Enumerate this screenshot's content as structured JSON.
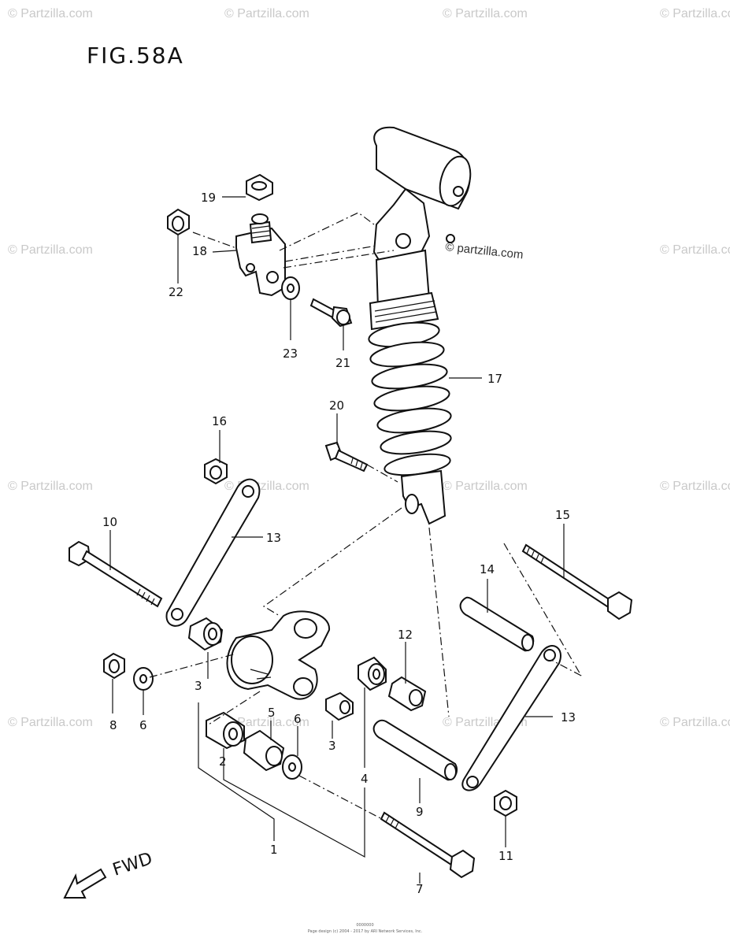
{
  "figure": {
    "title": "FIG.58A"
  },
  "watermark": "© Partzilla.com",
  "watermark_center": "© partzilla.com",
  "callouts": {
    "c1": "1",
    "c2": "2",
    "c3a": "3",
    "c3b": "3",
    "c4": "4",
    "c5": "5",
    "c6a": "6",
    "c6b": "6",
    "c7": "7",
    "c8": "8",
    "c9": "9",
    "c10": "10",
    "c11": "11",
    "c12": "12",
    "c13a": "13",
    "c13b": "13",
    "c14": "14",
    "c15": "15",
    "c16": "16",
    "c17": "17",
    "c18": "18",
    "c19": "19",
    "c20": "20",
    "c21": "21",
    "c22": "22",
    "c23": "23"
  },
  "fwd_label": "FWD",
  "footer": {
    "line1": "0000000",
    "line2": "Page design (c) 2004 - 2017 by ARI Network Services, Inc."
  }
}
